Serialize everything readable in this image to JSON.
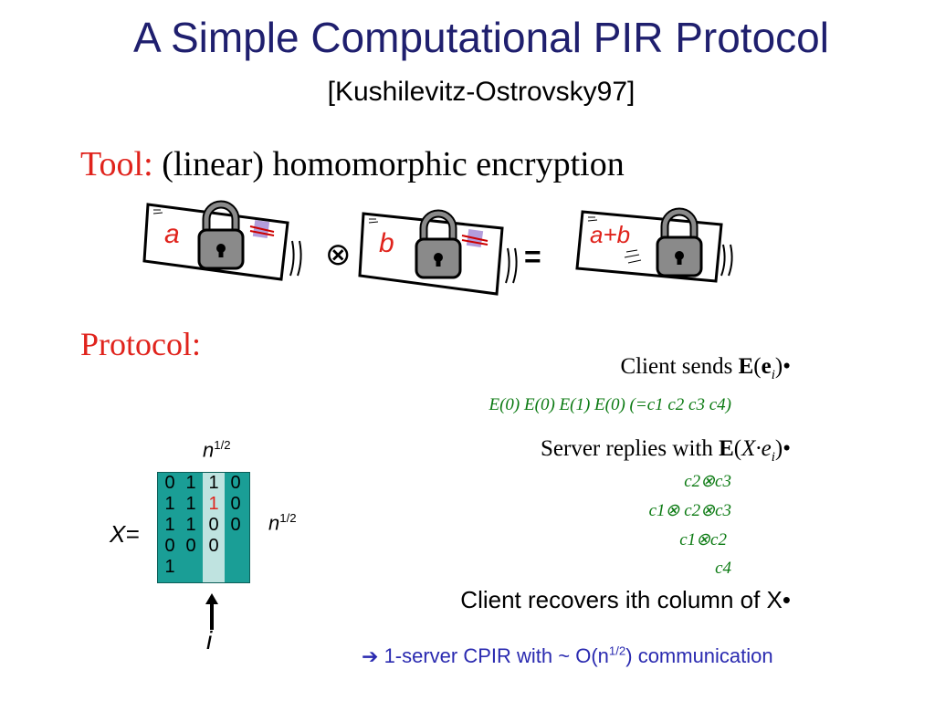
{
  "title": "A Simple Computational PIR Protocol",
  "citation": "[Kushilevitz-Ostrovsky97]",
  "tool": {
    "label": "Tool:",
    "text": "(linear) homomorphic encryption"
  },
  "encryption_example": {
    "box1_label": "a",
    "box2_label": "b",
    "box3_label": "a+b",
    "op_symbol": "⊗",
    "eq_symbol": "="
  },
  "protocol_label": "Protocol:",
  "steps": {
    "step1_text": "Client sends ",
    "step1_fn": "E",
    "step1_arg": "e",
    "step1_sub": "i",
    "step1_line": "E(0) E(0) E(1) E(0) (=c1 c2 c3 c4)",
    "step2_text": "Server replies with ",
    "step2_fn": "E",
    "step2_arg": "X·e",
    "step2_sub": "i",
    "step2_lines": [
      "c2⊗c3",
      "c1⊗ c2⊗c3",
      "c1⊗c2",
      "c4"
    ],
    "step3_text": "Client recovers ith column of X",
    "bullet": "•"
  },
  "matrix": {
    "var_label": "X=",
    "dim_top": "n1/2",
    "dim_right": "n1/2",
    "index_label": "i",
    "rows": [
      [
        "0",
        "1",
        "1",
        "0"
      ],
      [
        "1",
        "1",
        "1",
        "0"
      ],
      [
        "1",
        "1",
        "0",
        "0"
      ],
      [
        "0",
        "0",
        "0",
        ""
      ],
      [
        "1",
        "",
        "",
        ""
      ]
    ],
    "highlight_color": "#bfe3e0",
    "fill_color": "#1a9e96"
  },
  "conclusion": {
    "arrow": "➔",
    "text": "1-server CPIR with ~ O(n1/2) communication"
  },
  "colors": {
    "title": "#1f1f6e",
    "accent_red": "#e0231c",
    "green": "#0b7a12",
    "conclusion": "#2a2ab0"
  }
}
